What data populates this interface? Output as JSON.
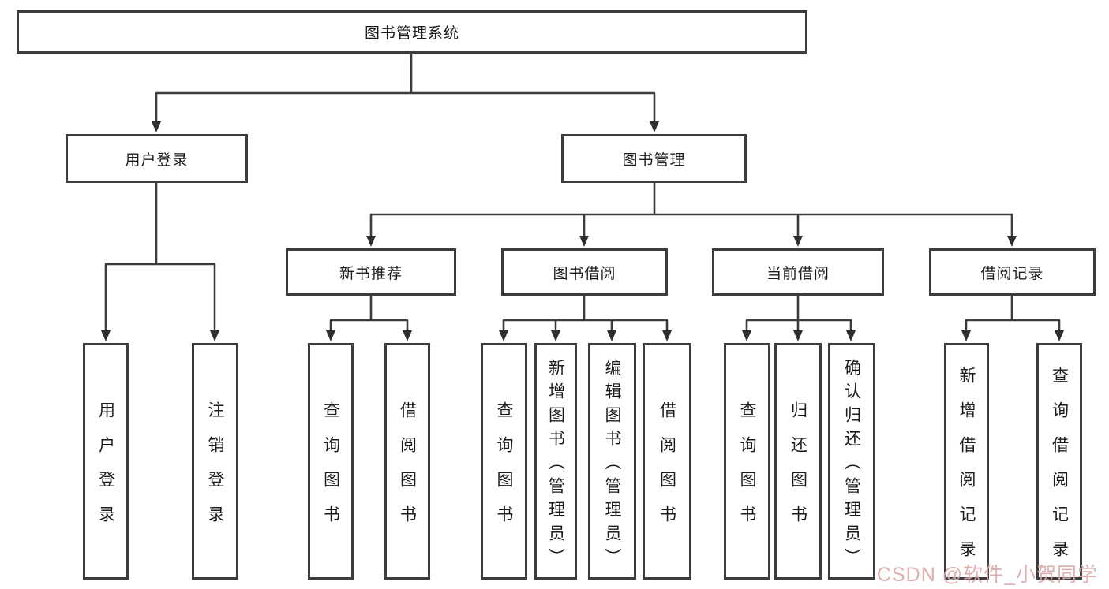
{
  "tree": {
    "root": {
      "label": "图书管理系统"
    },
    "level2": [
      {
        "label": "用户登录",
        "children": [
          {
            "label": "用户登录"
          },
          {
            "label": "注销登录"
          }
        ]
      },
      {
        "label": "图书管理",
        "children": [
          {
            "label": "新书推荐",
            "children": [
              {
                "label": "查询图书"
              },
              {
                "label": "借阅图书"
              }
            ]
          },
          {
            "label": "图书借阅",
            "children": [
              {
                "label": "查询图书"
              },
              {
                "label": "新增图书（管理员）"
              },
              {
                "label": "编辑图书（管理员）"
              },
              {
                "label": "借阅图书"
              }
            ]
          },
          {
            "label": "当前借阅",
            "children": [
              {
                "label": "查询图书"
              },
              {
                "label": "归还图书"
              },
              {
                "label": "确认归还（管理员）"
              }
            ]
          },
          {
            "label": "借阅记录",
            "children": [
              {
                "label": "新增借阅记录"
              },
              {
                "label": "查询借阅记录"
              }
            ]
          }
        ]
      }
    ]
  },
  "watermark": {
    "text": "CSDN @软件_小贺同学",
    "color": "#dca7a7"
  },
  "colors": {
    "line": "#3c3c3c",
    "box_border": "#3c3c3c",
    "text": "#1c1c1c",
    "background": "#ffffff"
  }
}
